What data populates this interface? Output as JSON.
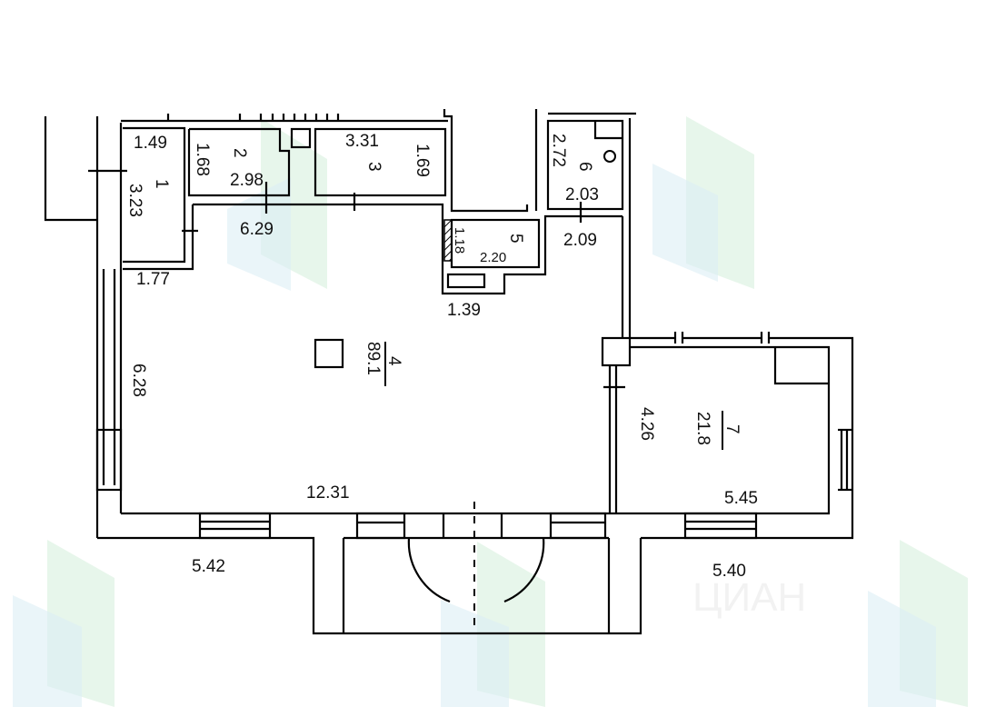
{
  "watermark": "ЦИАН",
  "rooms": [
    {
      "number": "1",
      "dims": [
        "1.49",
        "3.23",
        "1.77"
      ]
    },
    {
      "number": "2",
      "dims": [
        "1.68",
        "2.98"
      ]
    },
    {
      "number": "3",
      "dims": [
        "3.31",
        "1.69"
      ]
    },
    {
      "number": "4",
      "area": "89.1",
      "dims": [
        "6.29",
        "6.28",
        "12.31",
        "1.39"
      ]
    },
    {
      "number": "5",
      "dims": [
        "1.18",
        "2.20"
      ]
    },
    {
      "number": "6",
      "dims": [
        "2.72",
        "2.03",
        "2.09"
      ]
    },
    {
      "number": "7",
      "area": "21.8",
      "dims": [
        "4.26",
        "5.45"
      ]
    }
  ],
  "outer_dims": [
    "5.42",
    "5.40"
  ]
}
